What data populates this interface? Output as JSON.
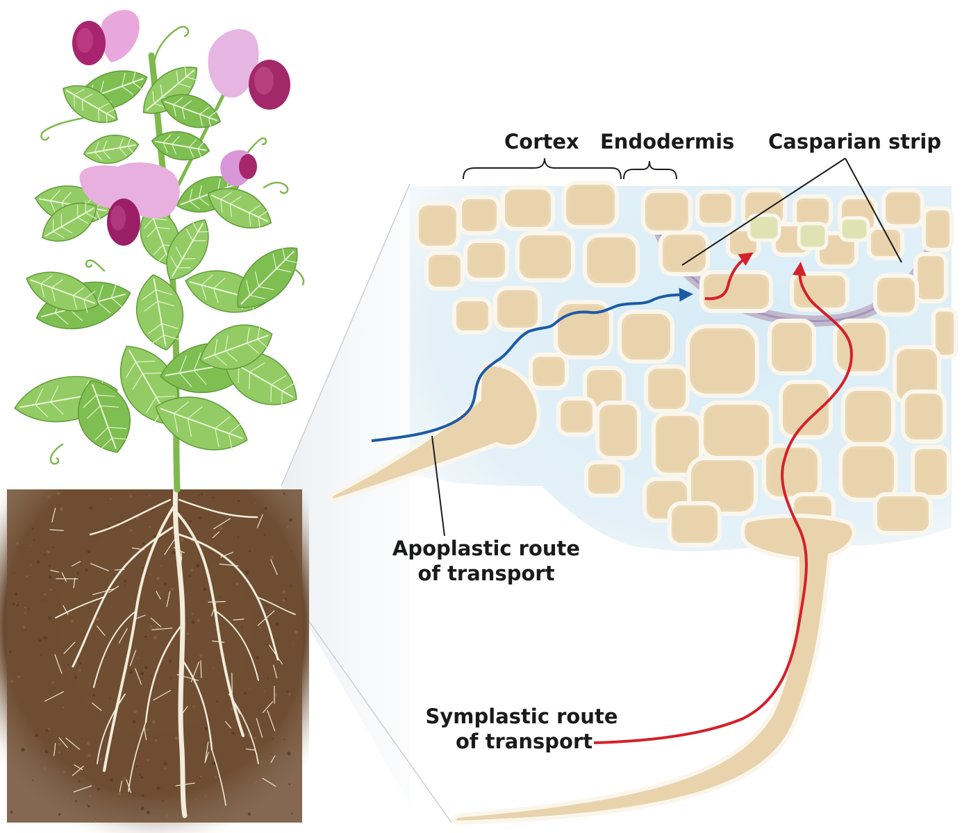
{
  "labels": {
    "cortex": "Cortex",
    "endodermis": "Endodermis",
    "casparian_strip": "Casparian strip",
    "apoplastic_line1": "Apoplastic route",
    "apoplastic_line2": "of transport",
    "symplastic_line1": "Symplastic route",
    "symplastic_line2": "of transport"
  },
  "icons": {
    "plant": "pea-plant-icon",
    "root_cross_section": "root-cells-icon"
  },
  "colors": {
    "cell_fill": "#ead7b4",
    "cell_wall": "#fbf6ec",
    "intercellular_space": "#cfe6f2",
    "casparian_band": "#b9a6bd",
    "apoplastic_route": "#1c5aa6",
    "symplastic_route": "#d4202a",
    "soil": "#6b4a30",
    "leaf": "#8cc55a",
    "flower": "#d98fcf",
    "flower_keel": "#a8246e"
  }
}
